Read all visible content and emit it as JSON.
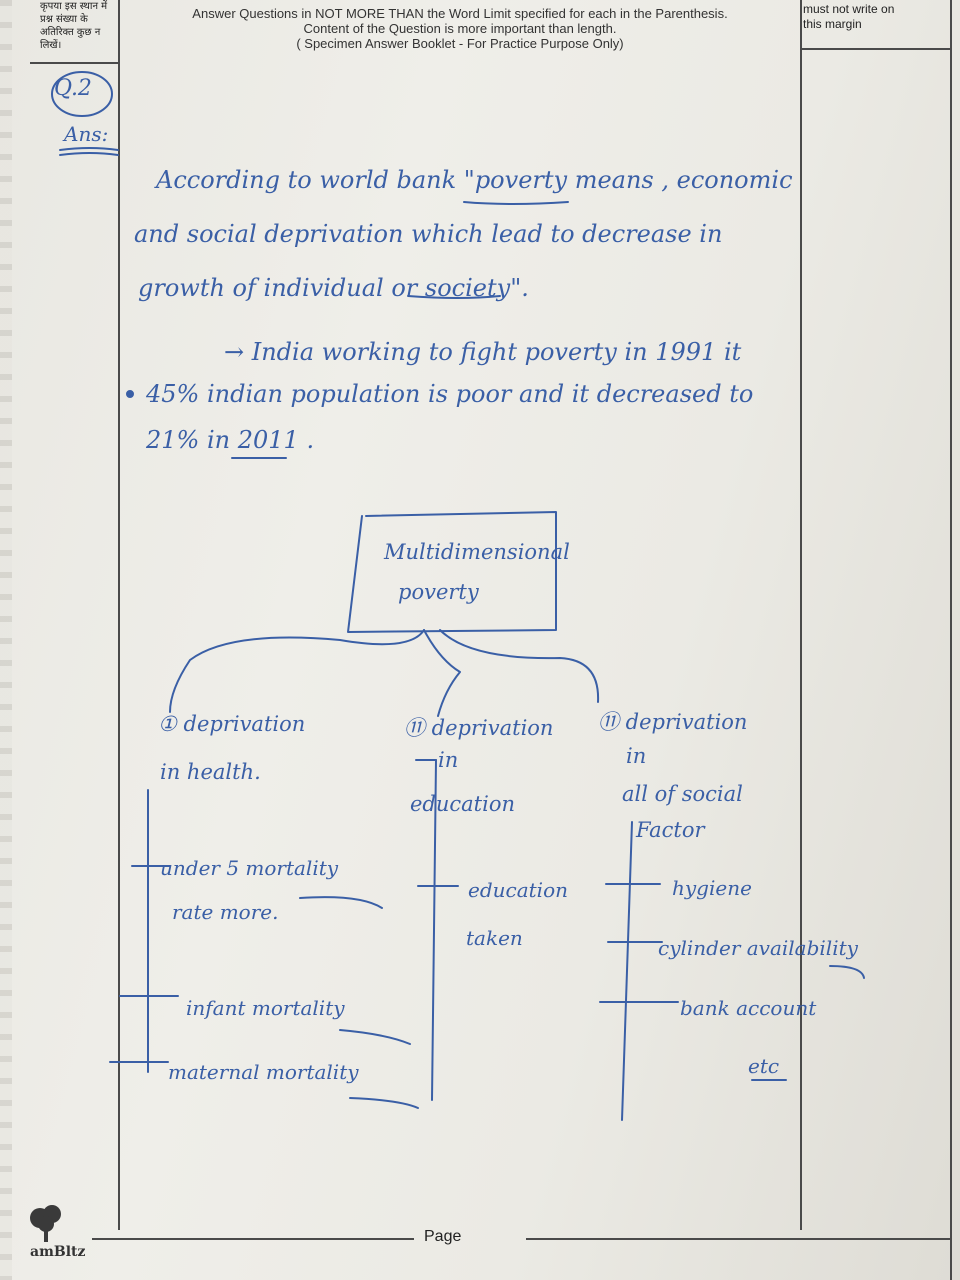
{
  "header": {
    "left_note": "कृपया इस स्थान में प्रश्न संख्या के अतिरिक्त कुछ न लिखें।",
    "instruction_1": "Answer Questions in NOT MORE THAN the Word Limit specified for each in the Parenthesis.",
    "instruction_2": "Content of the Question is more important than length.",
    "instruction_3": "( Specimen Answer Booklet - For Practice Purpose Only)",
    "right_note": "must not write on this margin"
  },
  "answer": {
    "question_label": "Q.2",
    "ans_label": "Ans:",
    "lines": [
      "According to world bank \"poverty means , economic",
      "and social deprivation which lead to decrease in",
      "growth of individual or society\".",
      "→ India working to fight poverty in 1991 it",
      "45% indian population is poor and it decreased to",
      "21% in 2011 ."
    ]
  },
  "diagram": {
    "center_line1": "Multidimensional",
    "center_line2": "poverty",
    "branches": [
      {
        "title_line1": "① deprivation",
        "title_line2": "in health.",
        "items": [
          "under 5 mortality",
          "rate more.",
          "infant mortality",
          "maternal mortality"
        ]
      },
      {
        "title_line1": "⑪ deprivation",
        "title_line2": "in",
        "title_line3": "education",
        "items": [
          "education",
          "taken"
        ]
      },
      {
        "title_line1": "⑪ deprivation",
        "title_line2": "in",
        "title_line3": "all of social",
        "title_line4": "Factor",
        "items": [
          "hygiene",
          "cylinder availability",
          "bank account",
          "etc"
        ]
      }
    ]
  },
  "footer": {
    "page_label": "Page",
    "logo_text": "amBltz"
  }
}
